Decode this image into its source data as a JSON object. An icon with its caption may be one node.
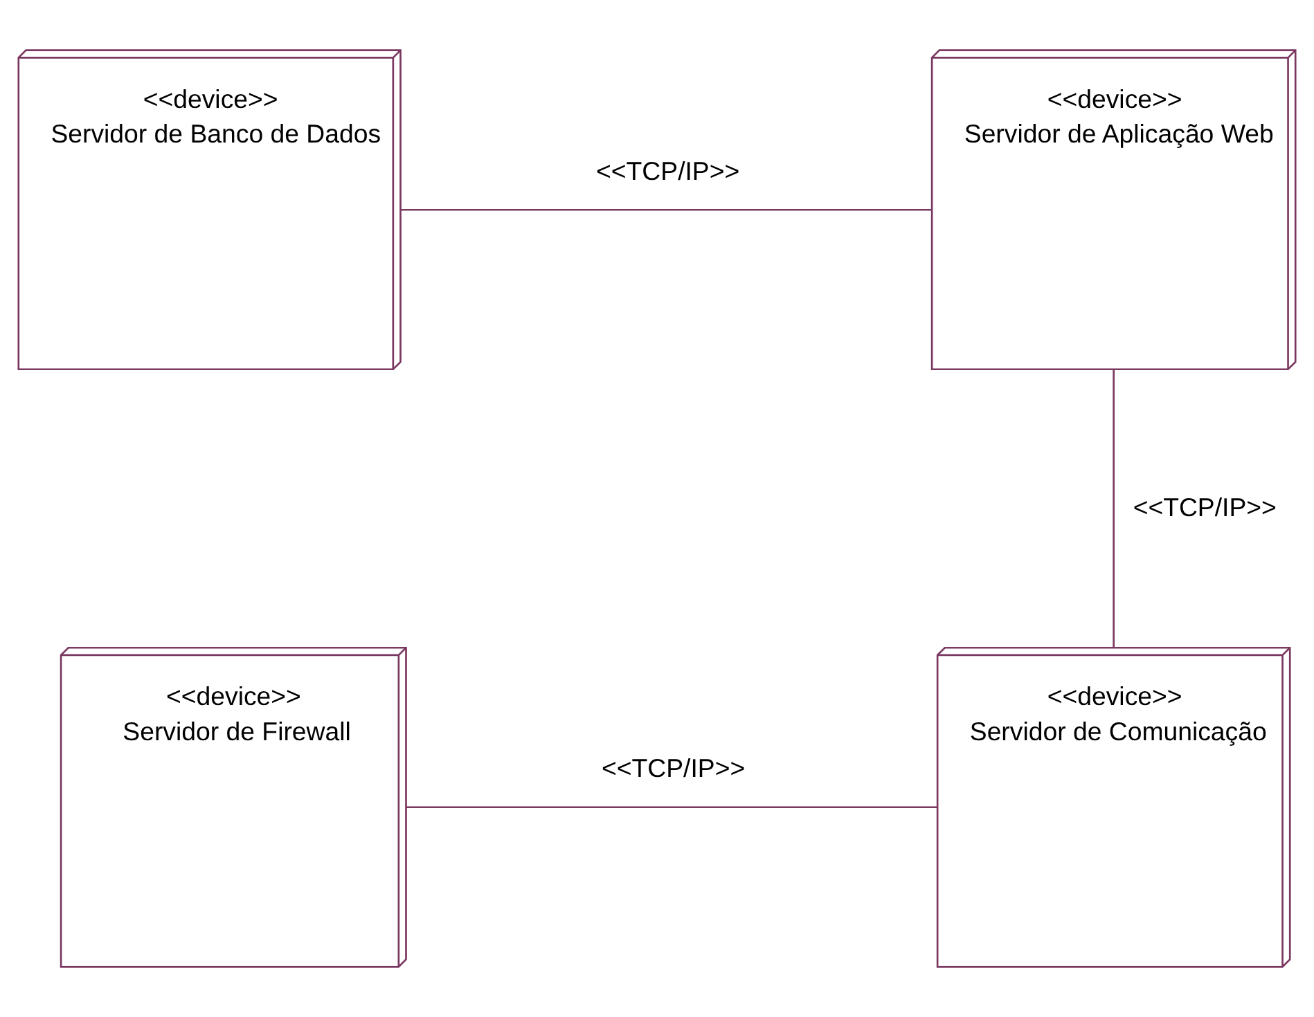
{
  "diagram": {
    "nodes": [
      {
        "text": [
          "<<device>>",
          "Servidor de Banco de Dados"
        ]
      },
      {
        "text": [
          "<<device>>",
          "Servidor de Aplicação Web"
        ]
      },
      {
        "text": [
          "<<device>>",
          "Servidor de Firewall"
        ]
      },
      {
        "text": [
          "<<device>>",
          "Servidor de Comunicação"
        ]
      }
    ],
    "edges": [
      {
        "from": 0,
        "to": 1,
        "arrow": "none",
        "label": "<<TCP/IP>>"
      },
      {
        "from": 1,
        "to": 3,
        "arrow": "none",
        "label": "<<TCP/IP>>"
      },
      {
        "from": 2,
        "to": 3,
        "arrow": "none",
        "label": "<<TCP/IP>>"
      }
    ]
  }
}
